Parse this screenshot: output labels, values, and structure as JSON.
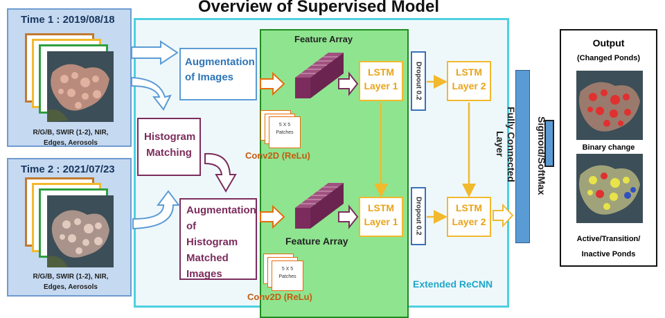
{
  "title": "Overview of Supervised Model",
  "time1": {
    "label": "Time 1 : 2019/08/18",
    "bands": [
      "R/G/B, SWIR (1-2), NIR,",
      "Edges, Aerosols"
    ]
  },
  "time2": {
    "label": "Time 2 : 2021/07/23",
    "bands": [
      "R/G/B, SWIR (1-2), NIR,",
      "Edges, Aerosols"
    ]
  },
  "histogram": [
    "Histogram",
    "Matching"
  ],
  "aug1": [
    "Augmentation",
    "of Images"
  ],
  "aug2": [
    "Augmentation",
    "of Histogram",
    "Matched",
    "Images"
  ],
  "feature_top": "Feature Array",
  "feature_bottom": "Feature Array",
  "conv_top": "Conv2D (ReLu)",
  "conv_bottom": "Conv2D (ReLu)",
  "patch": [
    "5 X 5",
    "Patches"
  ],
  "lstm1_top": [
    "LSTM",
    "Layer 1"
  ],
  "lstm2_top": [
    "LSTM",
    "Layer 2"
  ],
  "lstm1_bottom": [
    "LSTM",
    "Layer 1"
  ],
  "lstm2_bottom": [
    "LSTM",
    "Layer 2"
  ],
  "dropout_top": "Dropout 0.2",
  "dropout_bottom": "Dropout 0.2",
  "fc": [
    "Fully Connected",
    "Layer"
  ],
  "sigmoid": "Sigmoid/SoftMax",
  "extended": "Extended ReCNN",
  "output": {
    "title": "Output",
    "subtitle": "(Changed Ponds)",
    "binary": "Binary change",
    "classes": [
      "Active/Transition/",
      "Inactive Ponds"
    ]
  },
  "colors": {
    "cyan_border": "#4dd0e1",
    "green_fill": "#92e892",
    "green_border": "#1f8a1f",
    "blue": "#5b9bd5",
    "purple": "#7b2c5c",
    "orange": "#e46c0a",
    "yellow": "#f2b92c",
    "cube": "#7b2c5c"
  }
}
